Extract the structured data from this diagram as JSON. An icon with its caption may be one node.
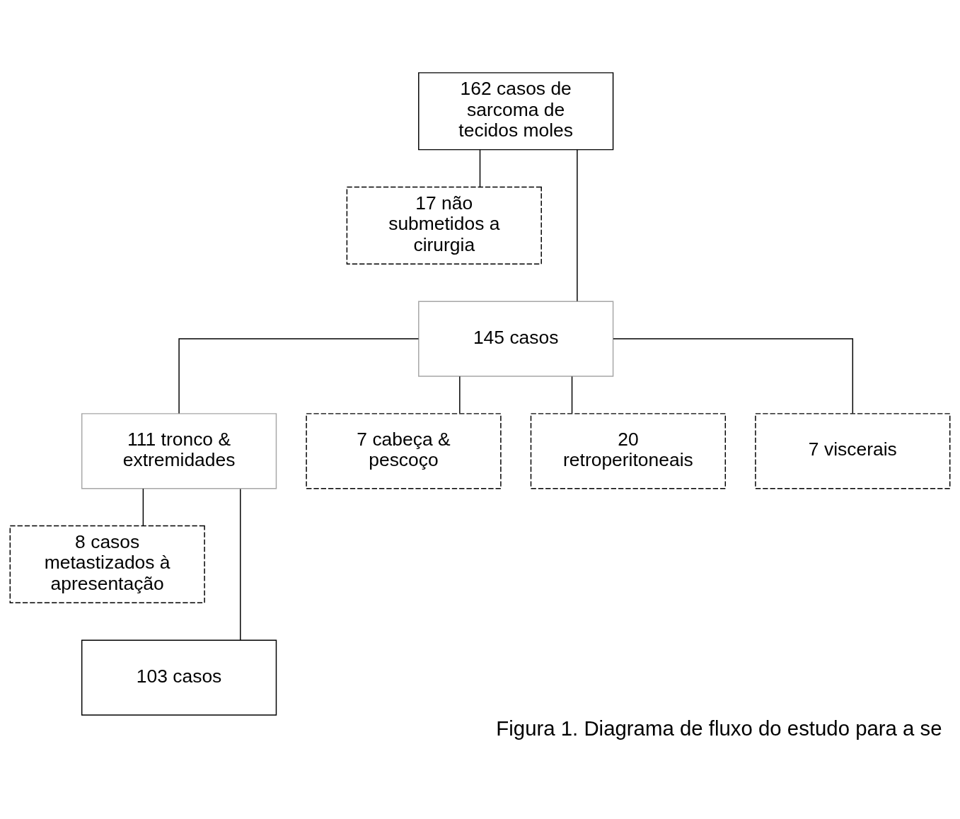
{
  "diagram": {
    "caption": "Figura 1. Diagrama de fluxo do estudo para a se",
    "nodes": [
      {
        "text": [
          "162 casos de sarcoma de tecidos moles"
        ]
      },
      {
        "text": [
          "17 não submetidos a cirurgia"
        ]
      },
      {
        "text": [
          "145 casos"
        ]
      },
      {
        "text": [
          "111 tronco & extremidades"
        ]
      },
      {
        "text": [
          "7 cabeça & pescoço"
        ]
      },
      {
        "text": [
          "20 retroperitoneais"
        ]
      },
      {
        "text": [
          "7 viscerais"
        ]
      },
      {
        "text": [
          "8 casos metastizados à apresentação"
        ]
      },
      {
        "text": [
          "103 casos"
        ]
      }
    ],
    "edges": [
      {
        "from": 0,
        "to": 1,
        "arrow": "none"
      },
      {
        "from": 0,
        "to": 2,
        "arrow": "none"
      },
      {
        "from": 2,
        "to": 3,
        "arrow": "none"
      },
      {
        "from": 2,
        "to": 4,
        "arrow": "none"
      },
      {
        "from": 2,
        "to": 5,
        "arrow": "none"
      },
      {
        "from": 2,
        "to": 6,
        "arrow": "none"
      },
      {
        "from": 3,
        "to": 7,
        "arrow": "none"
      },
      {
        "from": 3,
        "to": 8,
        "arrow": "none"
      }
    ]
  }
}
